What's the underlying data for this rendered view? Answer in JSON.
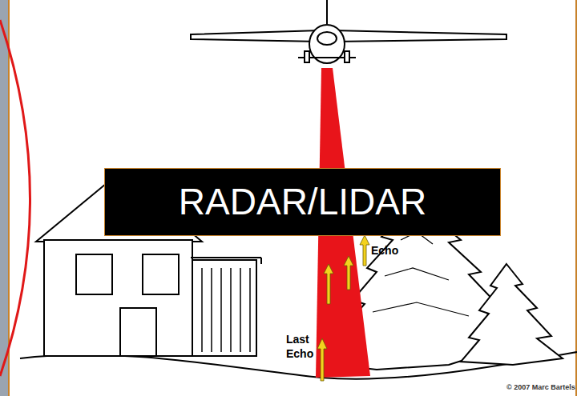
{
  "diagram": {
    "nodes": [
      {
        "text": [
          "RADAR/LIDAR"
        ]
      }
    ],
    "labels": [
      "Echo",
      "Last Echo",
      "© 2007 Marc Bartels"
    ]
  }
}
